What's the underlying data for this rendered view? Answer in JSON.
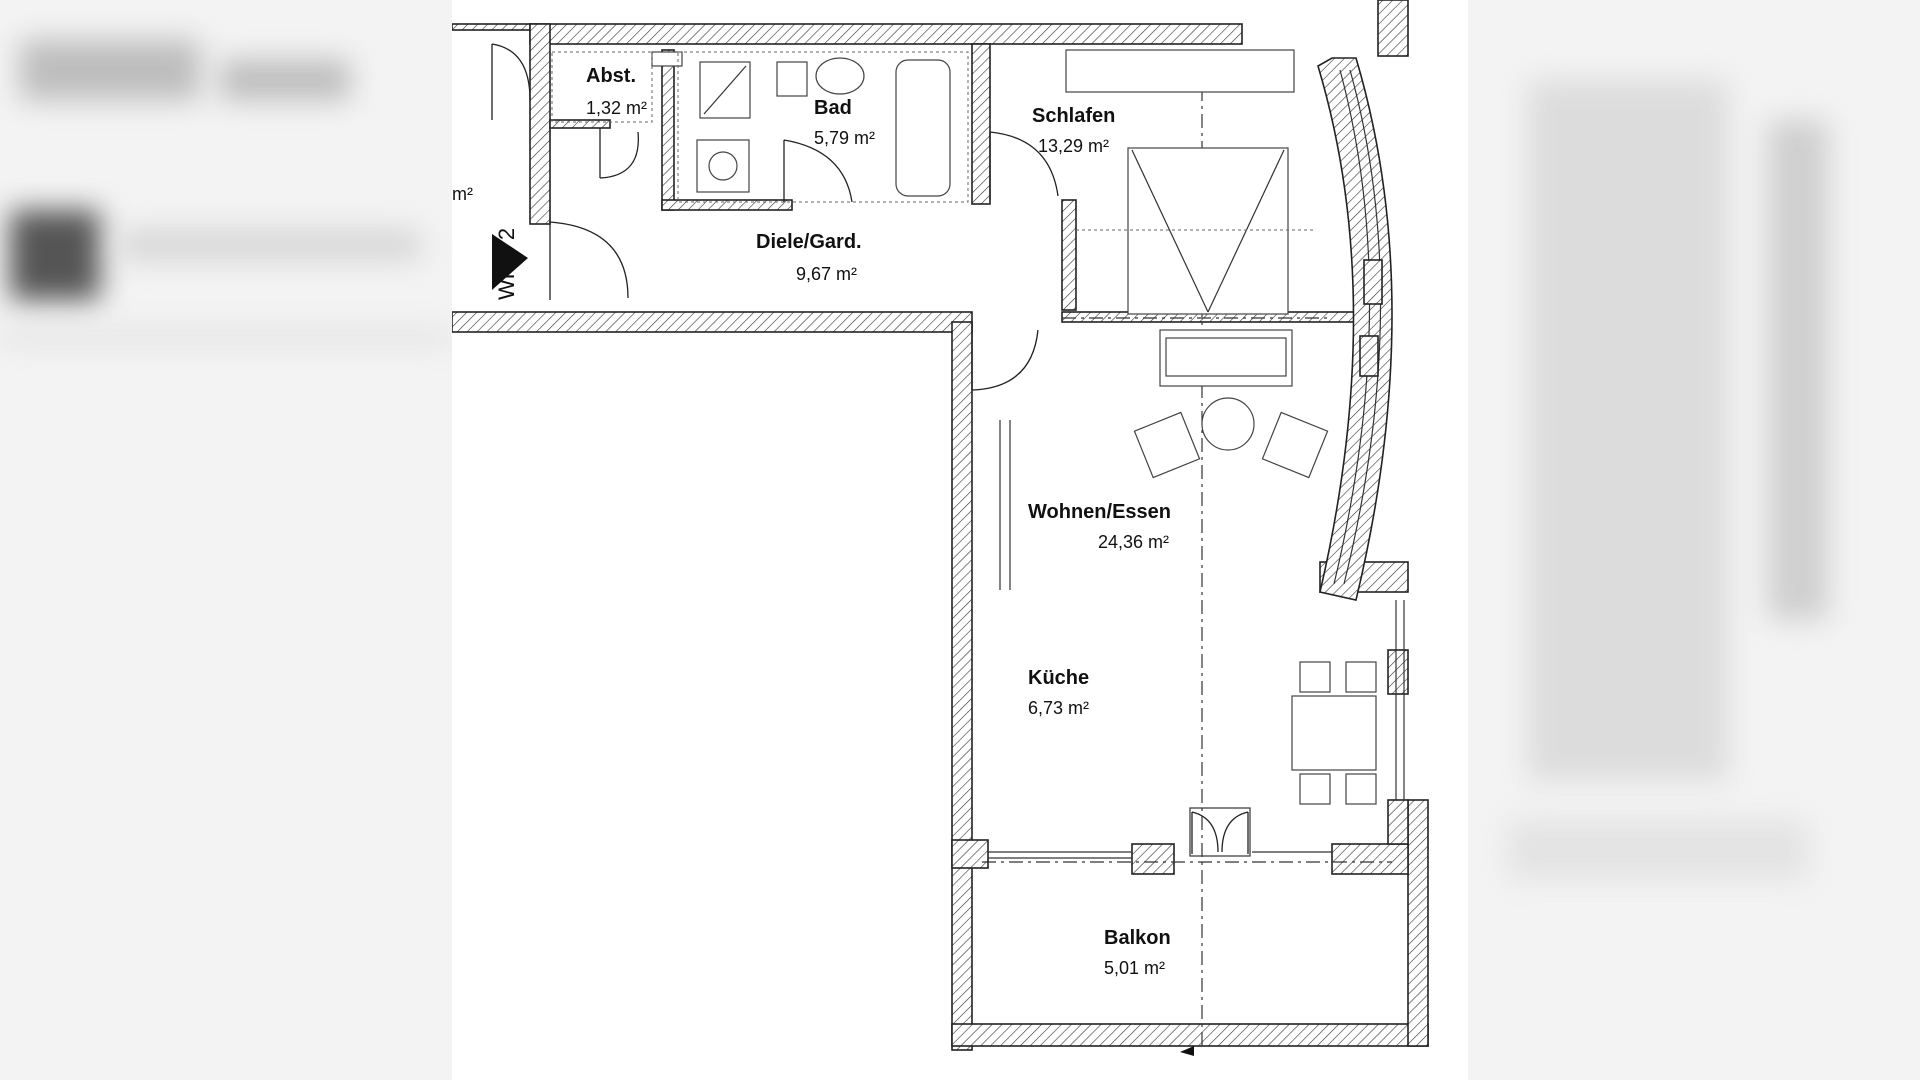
{
  "plan": {
    "apartment_label": "WHG 2",
    "partial_label": "m²",
    "rooms": [
      {
        "id": "abst",
        "name": "Abst.",
        "area": "1,32 m²"
      },
      {
        "id": "bad",
        "name": "Bad",
        "area": "5,79 m²"
      },
      {
        "id": "schlafen",
        "name": "Schlafen",
        "area": "13,29 m²"
      },
      {
        "id": "diele",
        "name": "Diele/Gard.",
        "area": "9,67 m²"
      },
      {
        "id": "wohnen",
        "name": "Wohnen/Essen",
        "area": "24,36 m²"
      },
      {
        "id": "kueche",
        "name": "Küche",
        "area": "6,73 m²"
      },
      {
        "id": "balkon",
        "name": "Balkon",
        "area": "5,01 m²"
      }
    ]
  },
  "colors": {
    "line": "#222222",
    "background_blur": "#bdbdbd"
  }
}
